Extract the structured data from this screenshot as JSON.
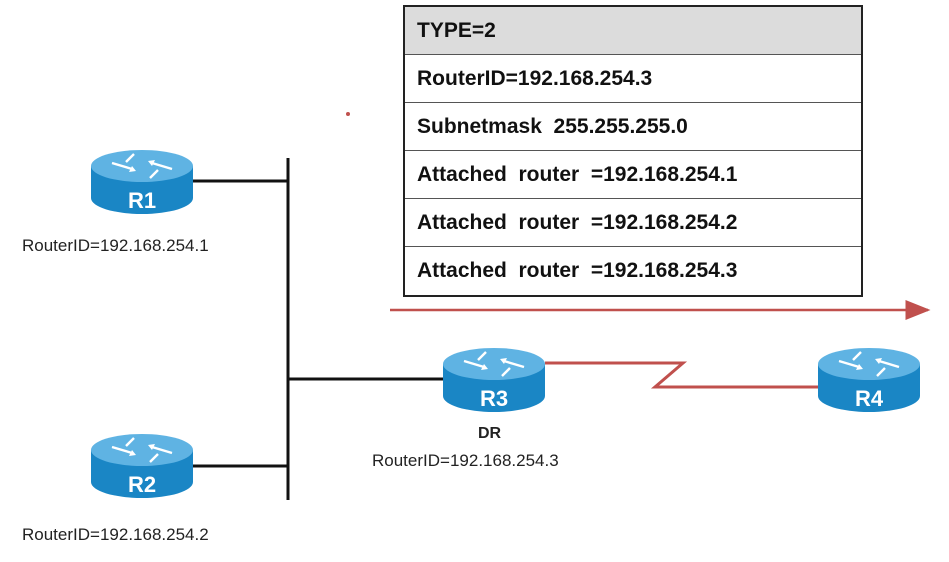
{
  "lsa_table": {
    "rows": [
      "TYPE=2",
      "RouterID=192.168.254.3",
      "Subnetmask  255.255.255.0",
      "Attached  router  =192.168.254.1",
      "Attached  router  =192.168.254.2",
      "Attached  router  =192.168.254.3"
    ]
  },
  "routers": {
    "r1": {
      "name": "R1",
      "router_id": "RouterID=192.168.254.1"
    },
    "r2": {
      "name": "R2",
      "router_id": "RouterID=192.168.254.2"
    },
    "r3": {
      "name": "R3",
      "role": "DR",
      "router_id": "RouterID=192.168.254.3"
    },
    "r4": {
      "name": "R4"
    }
  },
  "colors": {
    "router_body": "#1a86c5",
    "router_top": "#5fb3e3",
    "link": "#111111",
    "serial_link": "#c0504d",
    "flood_arrow": "#c0504d"
  }
}
